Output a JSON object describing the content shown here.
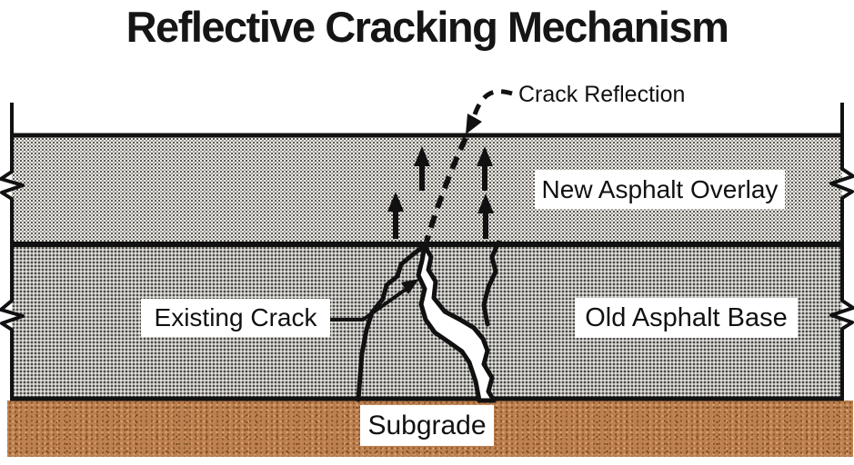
{
  "title": "Reflective Cracking Mechanism",
  "labels": {
    "crack_reflection": "Crack Reflection",
    "new_asphalt_overlay": "New Asphalt Overlay",
    "existing_crack": "Existing Crack",
    "old_asphalt_base": "Old Asphalt Base",
    "subgrade": "Subgrade"
  },
  "layers": [
    {
      "name": "New Asphalt Overlay",
      "fill": "#e9e7e4",
      "texture": "light-stipple"
    },
    {
      "name": "Old Asphalt Base",
      "fill": "#b6b5b2",
      "texture": "dense-stipple"
    },
    {
      "name": "Subgrade",
      "fill": "#bc8051",
      "texture": "granular-soil"
    }
  ],
  "colors": {
    "background": "#ffffff",
    "linework": "#111111",
    "crack_fill": "#ffffff",
    "text": "#111111"
  },
  "figures": {
    "upward_arrow_count": 4,
    "section_break_marks": 4
  }
}
